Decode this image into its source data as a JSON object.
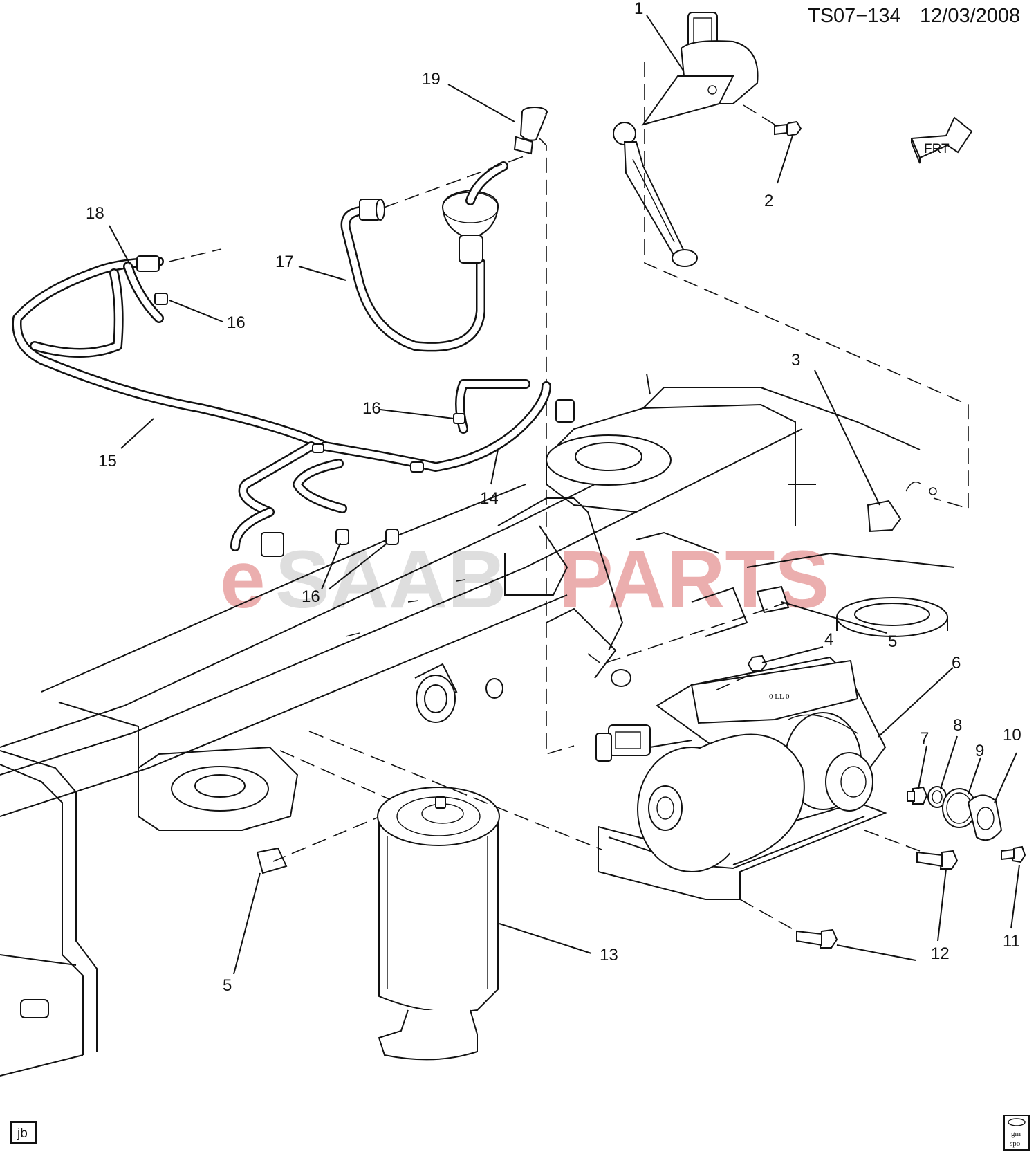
{
  "header": {
    "document_code": "TS07−134",
    "date": "12/03/2008"
  },
  "watermark": {
    "part_e": "e",
    "part_saab": "SAAB",
    "part_parts": "PARTS",
    "color_e": "#e8a0a0",
    "color_saab": "#d9d9d9",
    "color_parts": "#e8a0a0"
  },
  "callouts": {
    "c1": "1",
    "c2": "2",
    "c3": "3",
    "c4": "4",
    "c5a": "5",
    "c5b": "5",
    "c6": "6",
    "c7": "7",
    "c8": "8",
    "c9": "9",
    "c10": "10",
    "c11": "11",
    "c12a": "12",
    "c12b": "12",
    "c13": "13",
    "c14": "14",
    "c15": "15",
    "c16a": "16",
    "c16b": "16",
    "c16c": "16",
    "c17": "17",
    "c18": "18",
    "c19": "19"
  },
  "direction_symbol": {
    "label": "FRT"
  },
  "footer": {
    "initials": "jb",
    "logo_line1": "gm",
    "logo_line2": "spo"
  }
}
